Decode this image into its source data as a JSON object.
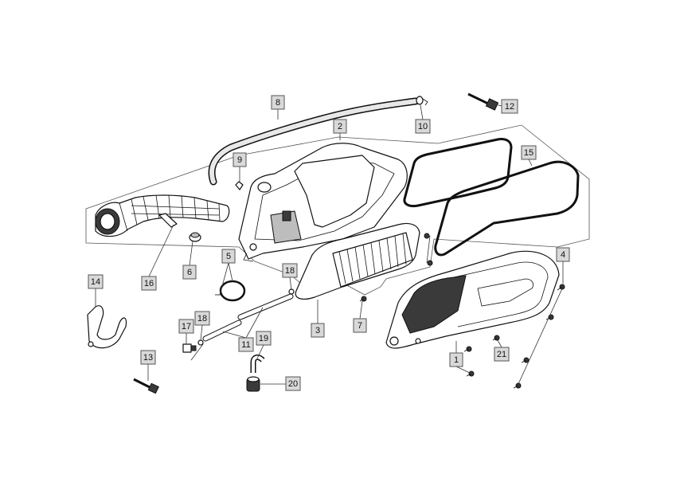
{
  "callouts": {
    "c1": "1",
    "c2": "2",
    "c3": "3",
    "c4": "4",
    "c5": "5",
    "c6": "6",
    "c7": "7",
    "c8": "8",
    "c9": "9",
    "c10": "10",
    "c11": "11",
    "c12": "12",
    "c13": "13",
    "c14": "14",
    "c15": "15",
    "c16": "16",
    "c17": "17",
    "c18a": "18",
    "c18b": "18",
    "c19": "19",
    "c20": "20",
    "c21": "21"
  }
}
